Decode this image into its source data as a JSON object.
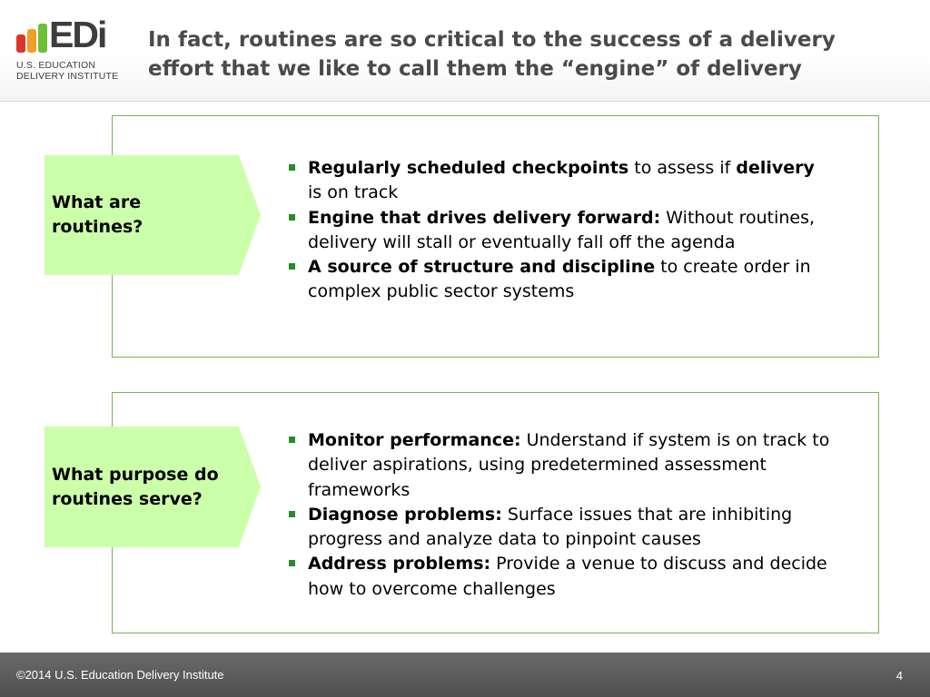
{
  "header": {
    "logo": {
      "mark": "EDi",
      "org_line1": "U.S. EDUCATION",
      "org_line2": "DELIVERY INSTITUTE",
      "bar_colors": [
        "#d9372c",
        "#f29d26",
        "#6dbf3a"
      ]
    },
    "title": "In fact, routines are so critical to the success of a delivery effort that we like to call them the “engine” of delivery"
  },
  "sections": [
    {
      "question": "What are routines?",
      "bullets": [
        {
          "bold": "Regularly scheduled checkpoints",
          "text": " to assess if ",
          "bold2": "delivery",
          "text2": " is on track"
        },
        {
          "bold": "Engine that drives delivery forward:",
          "text": " Without routines, delivery will stall or eventually fall off the agenda"
        },
        {
          "bold": "A source of structure and discipline",
          "text": " to create order in complex public sector systems"
        }
      ]
    },
    {
      "question": "What purpose do routines serve?",
      "bullets": [
        {
          "bold": "Monitor performance:",
          "text": " Understand if system is on track to deliver aspirations, using predetermined assessment frameworks"
        },
        {
          "bold": "Diagnose problems:",
          "text": " Surface issues that are inhibiting progress and analyze data to pinpoint causes"
        },
        {
          "bold": "Address problems:",
          "text": " Provide a venue to discuss and decide how to overcome challenges"
        }
      ]
    }
  ],
  "footer": {
    "copyright": "©2014 U.S. Education Delivery Institute",
    "page_number": "4"
  },
  "colors": {
    "panel_border": "#77b44c",
    "chevron_fill": "#ccffaa",
    "bullet_square": "#2a8a2a",
    "title_text": "#4a4a4a",
    "footer_bg": "#595959"
  }
}
